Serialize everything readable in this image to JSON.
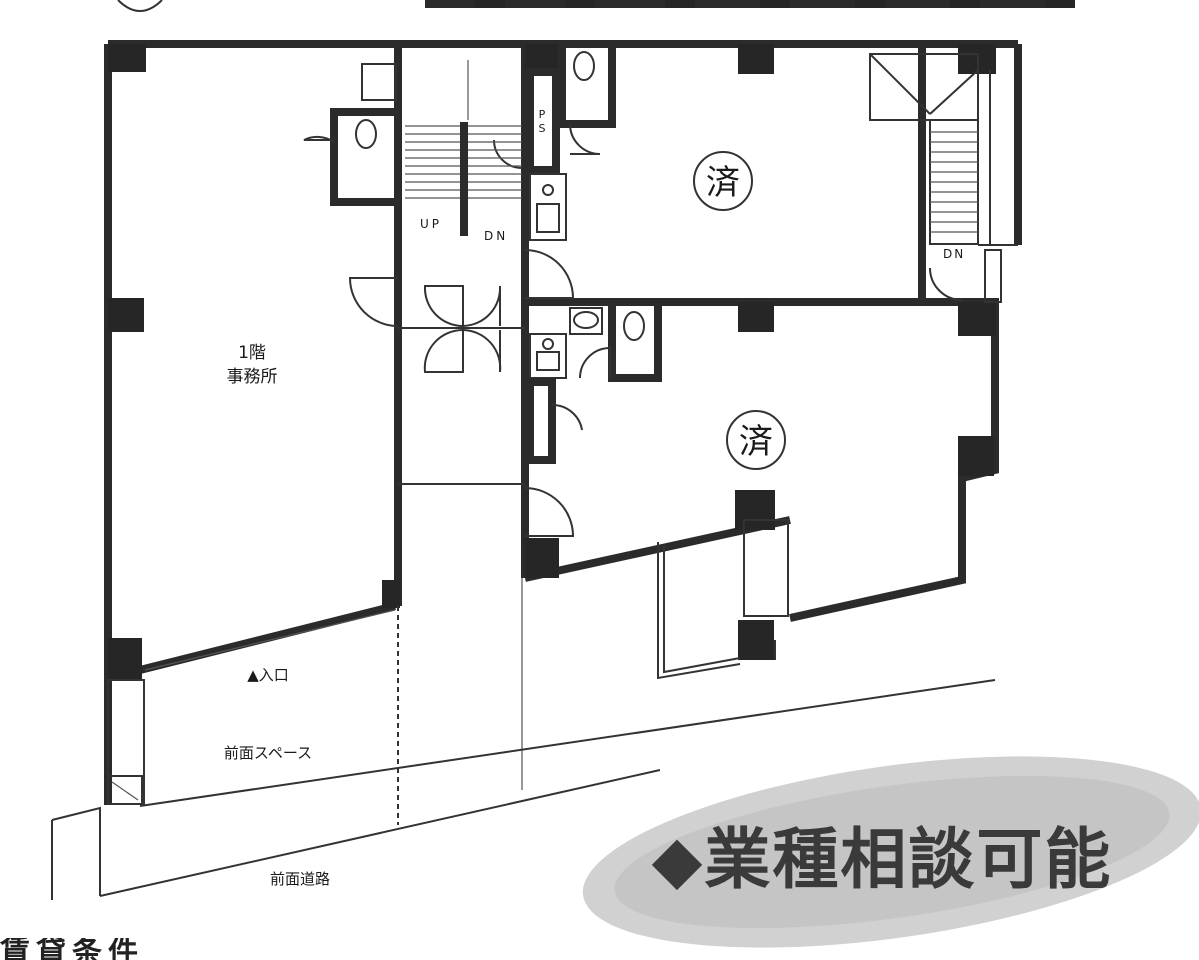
{
  "rooms": {
    "office": {
      "floor": "1階",
      "name": "事務所"
    },
    "unit_upper": {
      "status": "済"
    },
    "unit_lower": {
      "status": "済"
    },
    "ps": {
      "line1": "P",
      "line2": "S"
    }
  },
  "stairs": {
    "main_up": "UP",
    "main_down": "DN",
    "rear_down": "DN"
  },
  "labels": {
    "entrance": "▲入口",
    "front_space": "前面スペース",
    "front_road": "前面道路"
  },
  "catchphrase": "◆業種相談可能",
  "bottom_caption": "賃貸条件"
}
